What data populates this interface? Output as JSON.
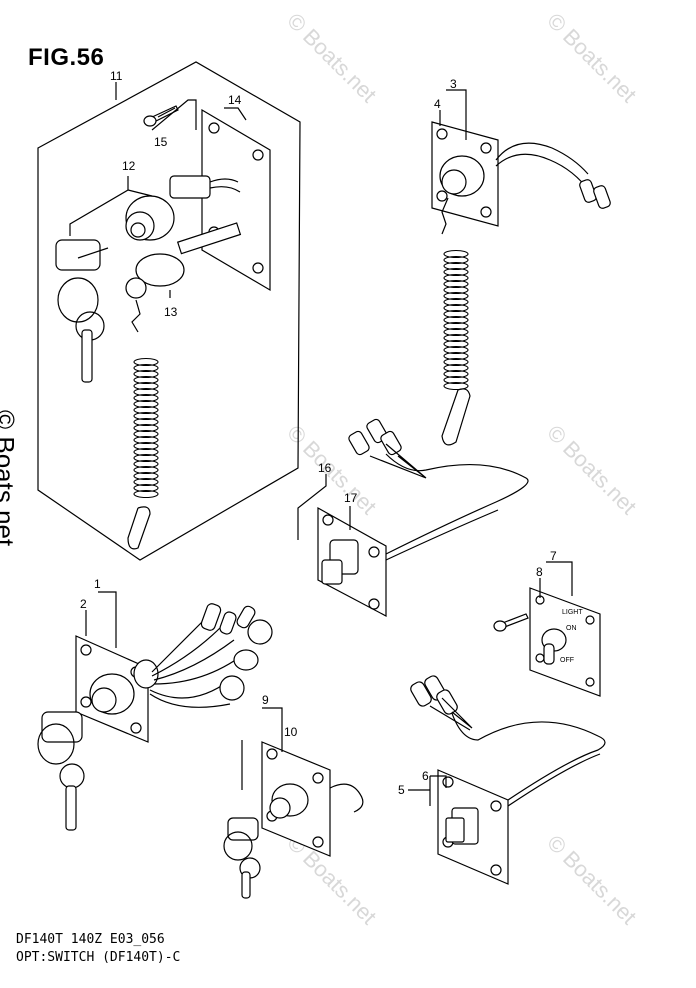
{
  "figure": {
    "title": "FIG.56",
    "footer_line1": "DF140T 140Z E03_056",
    "footer_line2": "OPT:SWITCH (DF140T)-C"
  },
  "watermark": {
    "text": "© Boats.net",
    "side_text": "© Boats.net"
  },
  "callouts": [
    {
      "id": "c1",
      "label": "1"
    },
    {
      "id": "c2",
      "label": "2"
    },
    {
      "id": "c3",
      "label": "3"
    },
    {
      "id": "c4",
      "label": "4"
    },
    {
      "id": "c5",
      "label": "5"
    },
    {
      "id": "c6",
      "label": "6"
    },
    {
      "id": "c7",
      "label": "7"
    },
    {
      "id": "c8",
      "label": "8"
    },
    {
      "id": "c9",
      "label": "9"
    },
    {
      "id": "c10",
      "label": "10"
    },
    {
      "id": "c11",
      "label": "11"
    },
    {
      "id": "c12",
      "label": "12"
    },
    {
      "id": "c13",
      "label": "13"
    },
    {
      "id": "c14",
      "label": "14"
    },
    {
      "id": "c15",
      "label": "15"
    },
    {
      "id": "c16",
      "label": "16"
    },
    {
      "id": "c17",
      "label": "17"
    }
  ],
  "panel_labels": {
    "light": "LIGHT",
    "on": "ON",
    "off": "OFF"
  },
  "colors": {
    "line": "#000000",
    "background": "#ffffff",
    "watermark": "#d8d8d8"
  }
}
